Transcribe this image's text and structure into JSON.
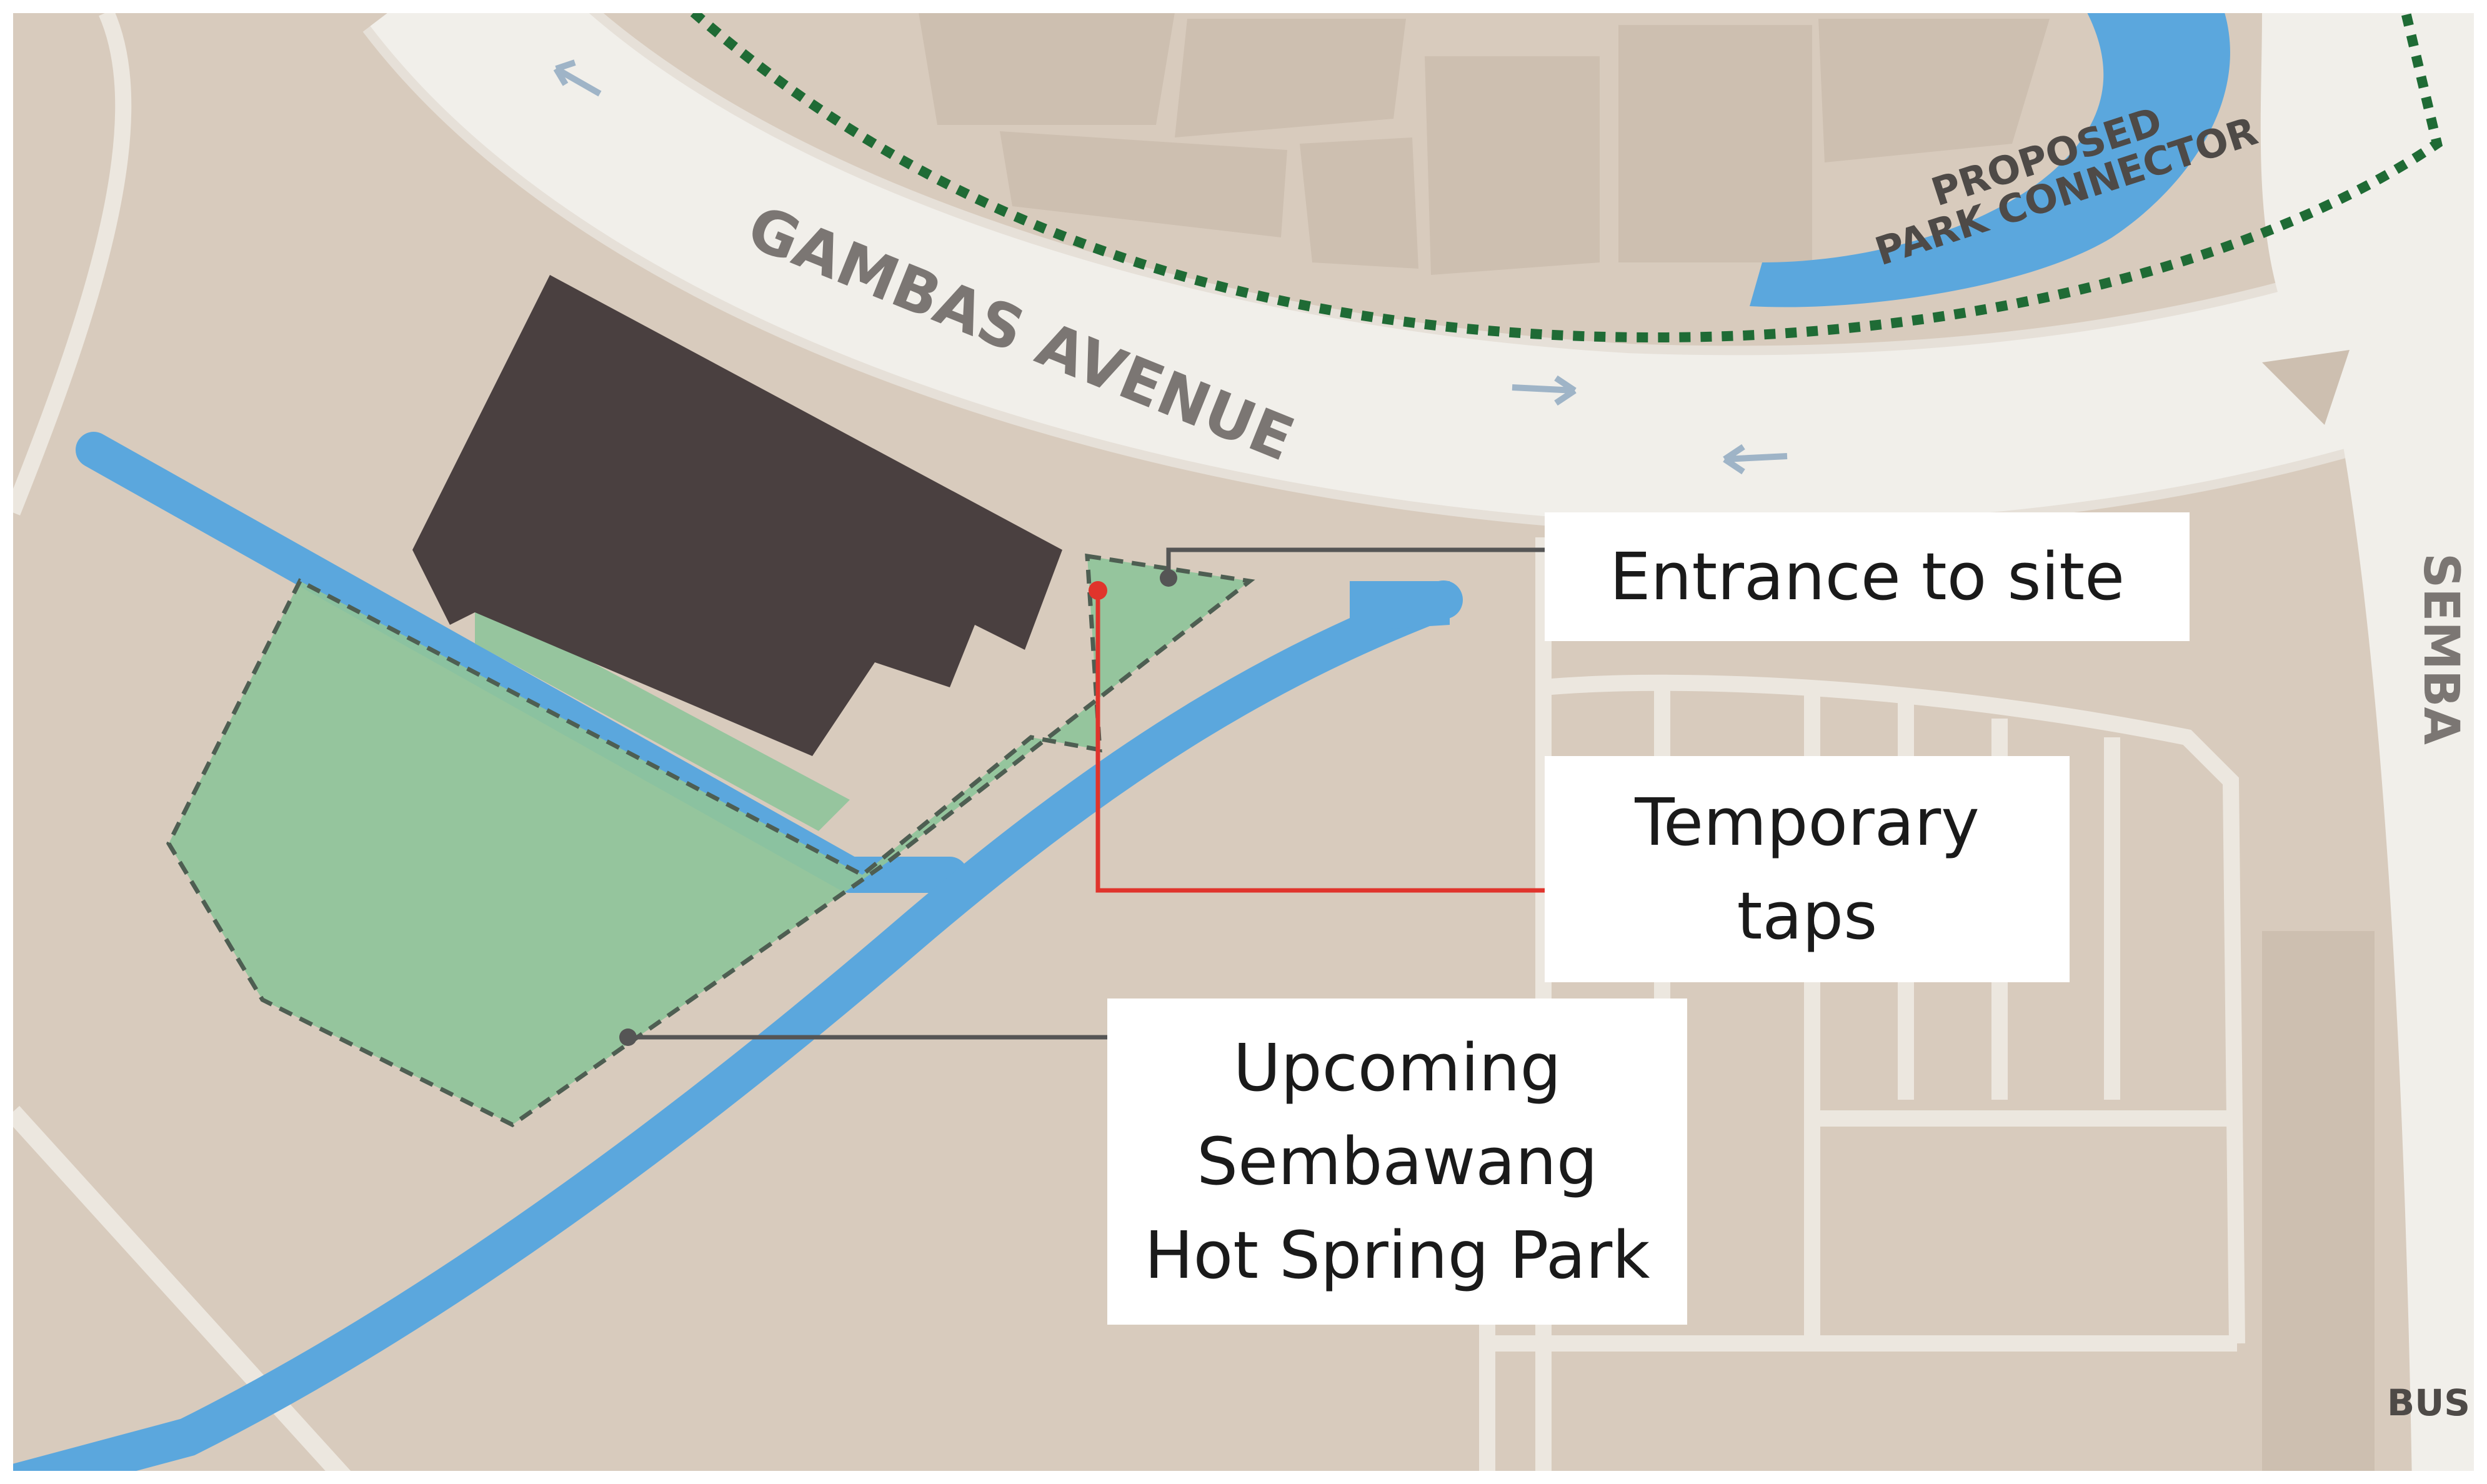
{
  "colors": {
    "land": "#d8cbbd",
    "road": "#f1efea",
    "road_edge": "#e6e0d8",
    "water": "#5ba7dd",
    "building": "#4a4040",
    "park": "#8fc49a",
    "park_border": "#4e5e52",
    "connector": "#1f6b35",
    "callout_line": "#555555",
    "taps_line": "#e0342c",
    "road_text": "#7b7673",
    "block": "#cdbfb0"
  },
  "map": {
    "road_name_gambas": "GAMBAS AVENUE",
    "road_name_sembawang": "SEMBA",
    "proposed_connector_line1": "PROPOSED",
    "proposed_connector_line2": "PARK CONNECTOR",
    "bus_label": "BUS"
  },
  "callouts": {
    "entrance": "Entrance to site",
    "taps_line1": "Temporary",
    "taps_line2": "taps",
    "park_line1": "Upcoming",
    "park_line2": "Sembawang",
    "park_line3": "Hot Spring Park"
  },
  "icons": {
    "road_arrows": "arrow-icon",
    "entrance_marker": "dot-marker-icon",
    "taps_marker": "red-dot-marker-icon"
  }
}
